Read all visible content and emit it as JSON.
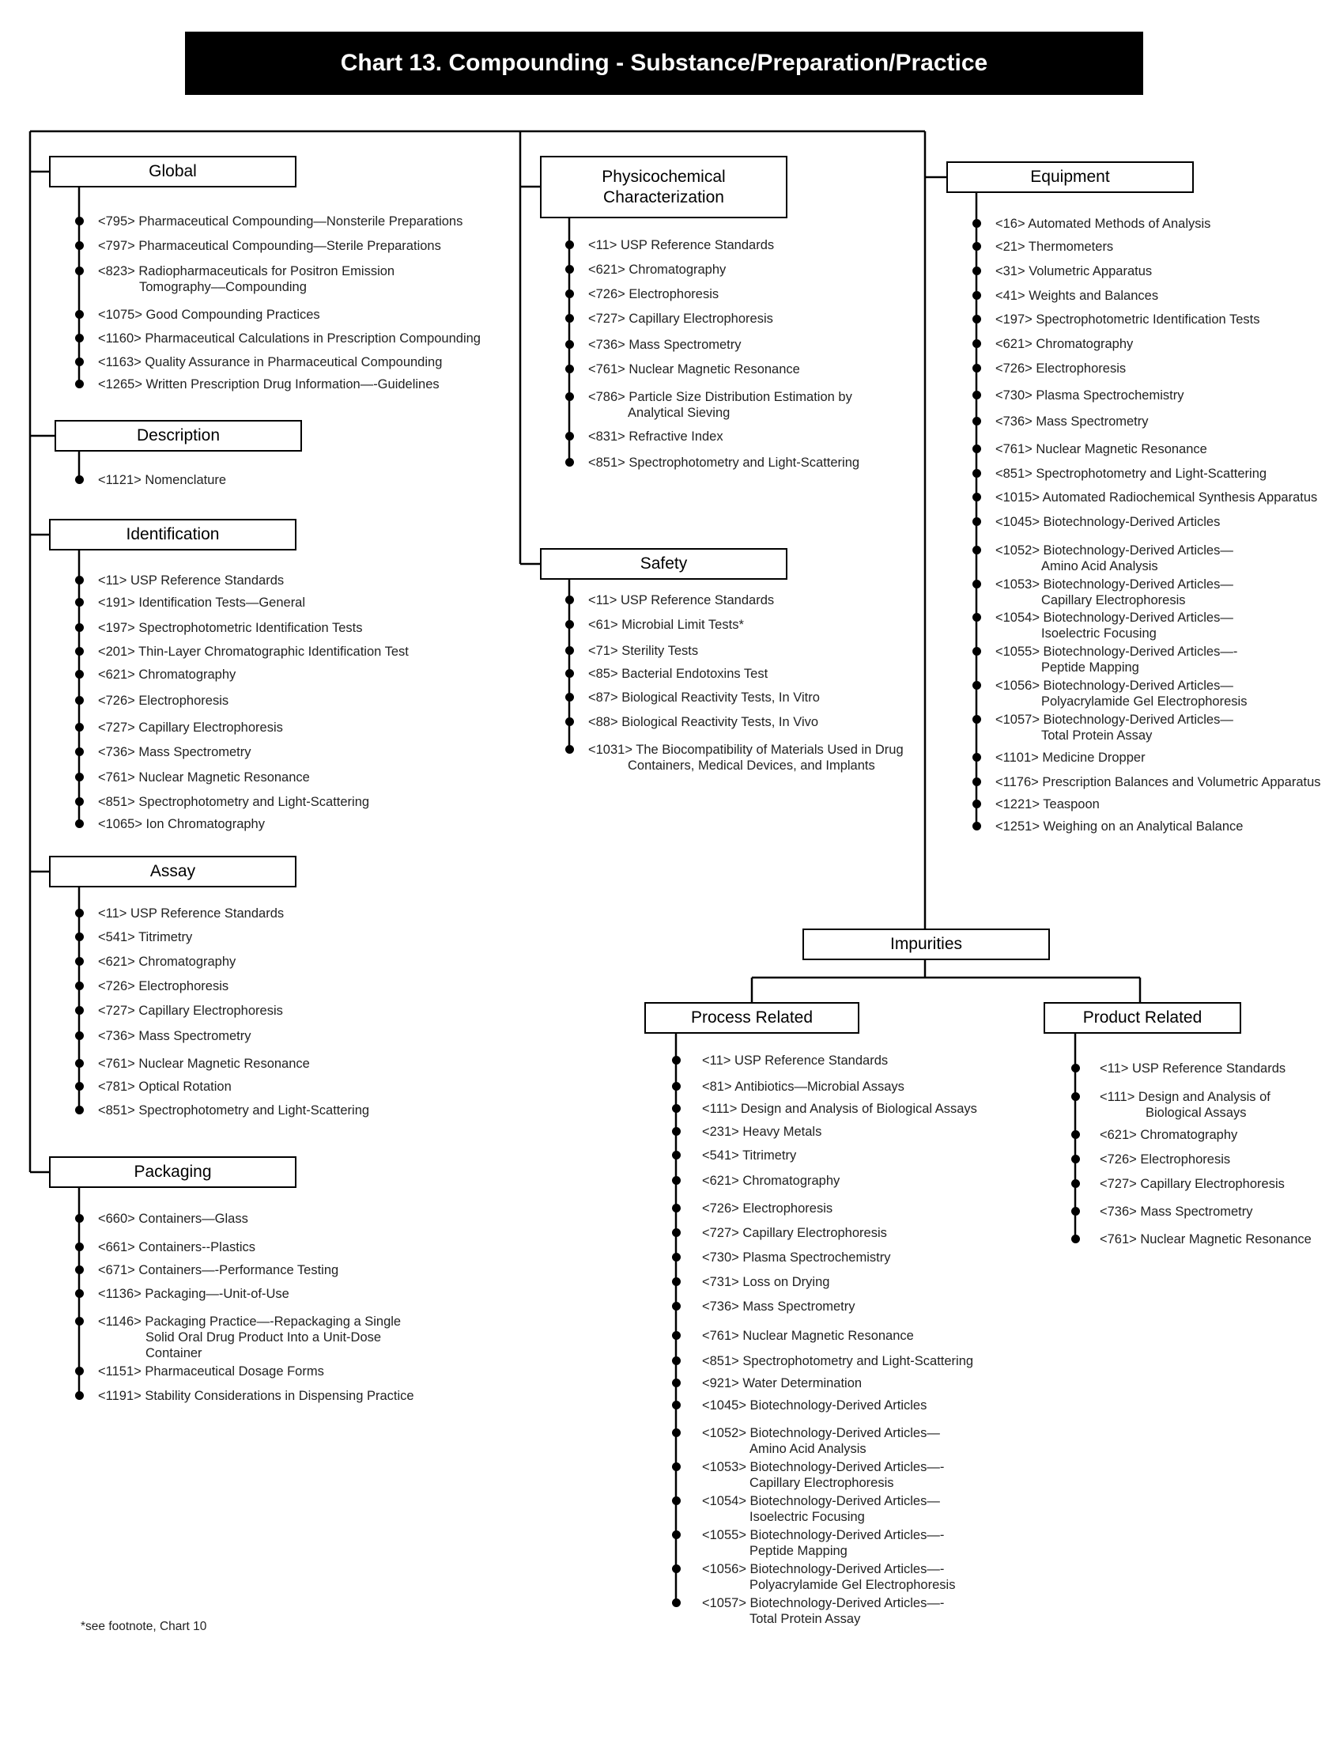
{
  "title": "Chart 13. Compounding - Substance/Preparation/Practice",
  "footnote": "*see footnote, Chart 10",
  "categories": {
    "global": {
      "label": "Global",
      "items": [
        {
          "code": "<795>",
          "lines": [
            "Pharmaceutical Compounding—Nonsterile Preparations"
          ]
        },
        {
          "code": "<797>",
          "lines": [
            "Pharmaceutical Compounding—Sterile Preparations"
          ]
        },
        {
          "code": "<823>",
          "lines": [
            "Radiopharmaceuticals for Positron Emission",
            "Tomography––Compounding"
          ]
        },
        {
          "code": "<1075>",
          "lines": [
            "Good Compounding Practices"
          ]
        },
        {
          "code": "<1160>",
          "lines": [
            "Pharmaceutical Calculations in Prescription Compounding"
          ]
        },
        {
          "code": "<1163>",
          "lines": [
            "Quality Assurance in Pharmaceutical Compounding"
          ]
        },
        {
          "code": "<1265>",
          "lines": [
            "Written Prescription Drug Information—-Guidelines"
          ]
        }
      ]
    },
    "description": {
      "label": "Description",
      "items": [
        {
          "code": "<1121>",
          "lines": [
            "Nomenclature"
          ]
        }
      ]
    },
    "identification": {
      "label": "Identification",
      "items": [
        {
          "code": "<11>",
          "lines": [
            "USP Reference Standards"
          ]
        },
        {
          "code": "<191>",
          "lines": [
            "Identification Tests—General"
          ]
        },
        {
          "code": "<197>",
          "lines": [
            "Spectrophotometric Identification Tests"
          ]
        },
        {
          "code": "<201>",
          "lines": [
            "Thin-Layer Chromatographic Identification Test"
          ]
        },
        {
          "code": "<621>",
          "lines": [
            "Chromatography"
          ]
        },
        {
          "code": "<726>",
          "lines": [
            "Electrophoresis"
          ]
        },
        {
          "code": "<727>",
          "lines": [
            "Capillary Electrophoresis"
          ]
        },
        {
          "code": "<736>",
          "lines": [
            "Mass Spectrometry"
          ]
        },
        {
          "code": "<761>",
          "lines": [
            "Nuclear Magnetic Resonance"
          ]
        },
        {
          "code": "<851>",
          "lines": [
            "Spectrophotometry and Light-Scattering"
          ]
        },
        {
          "code": "<1065>",
          "lines": [
            "Ion Chromatography"
          ]
        }
      ]
    },
    "assay": {
      "label": "Assay",
      "items": [
        {
          "code": "<11>",
          "lines": [
            "USP Reference Standards"
          ]
        },
        {
          "code": "<541>",
          "lines": [
            "Titrimetry"
          ]
        },
        {
          "code": "<621>",
          "lines": [
            "Chromatography"
          ]
        },
        {
          "code": "<726>",
          "lines": [
            "Electrophoresis"
          ]
        },
        {
          "code": "<727>",
          "lines": [
            "Capillary Electrophoresis"
          ]
        },
        {
          "code": "<736>",
          "lines": [
            "Mass Spectrometry"
          ]
        },
        {
          "code": "<761>",
          "lines": [
            "Nuclear Magnetic Resonance"
          ]
        },
        {
          "code": "<781>",
          "lines": [
            "Optical Rotation"
          ]
        },
        {
          "code": "<851>",
          "lines": [
            "Spectrophotometry and Light-Scattering"
          ]
        }
      ]
    },
    "packaging": {
      "label": "Packaging",
      "items": [
        {
          "code": "<660>",
          "lines": [
            "Containers—Glass"
          ]
        },
        {
          "code": "<661>",
          "lines": [
            "Containers--Plastics"
          ]
        },
        {
          "code": "<671>",
          "lines": [
            "Containers—-Performance Testing"
          ]
        },
        {
          "code": "<1136>",
          "lines": [
            "Packaging—-Unit-of-Use"
          ]
        },
        {
          "code": "<1146>",
          "lines": [
            "Packaging Practice—-Repackaging a Single",
            "Solid Oral Drug Product Into a Unit-Dose",
            "Container"
          ]
        },
        {
          "code": "<1151>",
          "lines": [
            "Pharmaceutical Dosage Forms"
          ]
        },
        {
          "code": "<1191>",
          "lines": [
            "Stability Considerations in Dispensing Practice"
          ]
        }
      ]
    },
    "physicochemical": {
      "label_line1": "Physicochemical",
      "label_line2": "Characterization",
      "items": [
        {
          "code": "<11>",
          "lines": [
            "USP Reference Standards"
          ]
        },
        {
          "code": "<621>",
          "lines": [
            "Chromatography"
          ]
        },
        {
          "code": "<726>",
          "lines": [
            "Electrophoresis"
          ]
        },
        {
          "code": "<727>",
          "lines": [
            "Capillary Electrophoresis"
          ]
        },
        {
          "code": "<736>",
          "lines": [
            "Mass Spectrometry"
          ]
        },
        {
          "code": "<761>",
          "lines": [
            "Nuclear Magnetic Resonance"
          ]
        },
        {
          "code": "<786>",
          "lines": [
            "Particle Size Distribution Estimation by",
            "Analytical Sieving"
          ]
        },
        {
          "code": "<831>",
          "lines": [
            "Refractive Index"
          ]
        },
        {
          "code": "<851>",
          "lines": [
            "Spectrophotometry and Light-Scattering"
          ]
        }
      ]
    },
    "safety": {
      "label": "Safety",
      "items": [
        {
          "code": "<11>",
          "lines": [
            "USP Reference Standards"
          ]
        },
        {
          "code": "<61>",
          "lines": [
            "Microbial Limit Tests*"
          ]
        },
        {
          "code": "<71>",
          "lines": [
            "Sterility Tests"
          ]
        },
        {
          "code": "<85>",
          "lines": [
            "Bacterial Endotoxins Test"
          ]
        },
        {
          "code": "<87>",
          "lines": [
            "Biological Reactivity Tests, In Vitro"
          ]
        },
        {
          "code": "<88>",
          "lines": [
            "Biological Reactivity Tests, In Vivo"
          ]
        },
        {
          "code": "<1031>",
          "lines": [
            "The Biocompatibility of Materials Used in Drug",
            "Containers, Medical Devices, and Implants"
          ]
        }
      ]
    },
    "equipment": {
      "label": "Equipment",
      "items": [
        {
          "code": "<16>",
          "lines": [
            "Automated Methods of Analysis"
          ]
        },
        {
          "code": "<21>",
          "lines": [
            "Thermometers"
          ]
        },
        {
          "code": "<31>",
          "lines": [
            "Volumetric Apparatus"
          ]
        },
        {
          "code": "<41>",
          "lines": [
            "Weights and Balances"
          ]
        },
        {
          "code": "<197>",
          "lines": [
            "Spectrophotometric Identification Tests"
          ]
        },
        {
          "code": "<621>",
          "lines": [
            "Chromatography"
          ]
        },
        {
          "code": "<726>",
          "lines": [
            "Electrophoresis"
          ]
        },
        {
          "code": "<730>",
          "lines": [
            "Plasma Spectrochemistry"
          ]
        },
        {
          "code": "<736>",
          "lines": [
            "Mass Spectrometry"
          ]
        },
        {
          "code": "<761>",
          "lines": [
            "Nuclear Magnetic Resonance"
          ]
        },
        {
          "code": "<851>",
          "lines": [
            "Spectrophotometry and Light-Scattering"
          ]
        },
        {
          "code": "<1015>",
          "lines": [
            "Automated Radiochemical Synthesis Apparatus"
          ]
        },
        {
          "code": "<1045>",
          "lines": [
            "Biotechnology-Derived Articles"
          ]
        },
        {
          "code": "<1052>",
          "lines": [
            "Biotechnology-Derived Articles—",
            "Amino Acid Analysis"
          ]
        },
        {
          "code": "<1053>",
          "lines": [
            "Biotechnology-Derived Articles—",
            "Capillary Electrophoresis"
          ]
        },
        {
          "code": "<1054>",
          "lines": [
            "Biotechnology-Derived Articles—",
            "Isoelectric Focusing"
          ]
        },
        {
          "code": "<1055>",
          "lines": [
            "Biotechnology-Derived Articles—-",
            "Peptide Mapping"
          ]
        },
        {
          "code": "<1056>",
          "lines": [
            "Biotechnology-Derived Articles—",
            "Polyacrylamide Gel Electrophoresis"
          ]
        },
        {
          "code": "<1057>",
          "lines": [
            "Biotechnology-Derived Articles—",
            "Total Protein Assay"
          ]
        },
        {
          "code": "<1101>",
          "lines": [
            "Medicine Dropper"
          ]
        },
        {
          "code": "<1176>",
          "lines": [
            "Prescription Balances and Volumetric Apparatus"
          ]
        },
        {
          "code": "<1221>",
          "lines": [
            "Teaspoon"
          ]
        },
        {
          "code": "<1251>",
          "lines": [
            "Weighing on an Analytical Balance"
          ]
        }
      ]
    },
    "impurities": {
      "label": "Impurities"
    },
    "process_related": {
      "label": "Process Related",
      "items": [
        {
          "code": "<11>",
          "lines": [
            "USP Reference Standards"
          ]
        },
        {
          "code": "<81>",
          "lines": [
            "Antibiotics—Microbial Assays"
          ]
        },
        {
          "code": "<111>",
          "lines": [
            "Design and Analysis of Biological Assays"
          ]
        },
        {
          "code": "<231>",
          "lines": [
            "Heavy Metals"
          ]
        },
        {
          "code": "<541>",
          "lines": [
            "Titrimetry"
          ]
        },
        {
          "code": "<621>",
          "lines": [
            "Chromatography"
          ]
        },
        {
          "code": "<726>",
          "lines": [
            "Electrophoresis"
          ]
        },
        {
          "code": "<727>",
          "lines": [
            "Capillary Electrophoresis"
          ]
        },
        {
          "code": "<730>",
          "lines": [
            "Plasma Spectrochemistry"
          ]
        },
        {
          "code": "<731>",
          "lines": [
            "Loss on Drying"
          ]
        },
        {
          "code": "<736>",
          "lines": [
            "Mass Spectrometry"
          ]
        },
        {
          "code": "<761>",
          "lines": [
            "Nuclear Magnetic Resonance"
          ]
        },
        {
          "code": "<851>",
          "lines": [
            "Spectrophotometry and Light-Scattering"
          ]
        },
        {
          "code": "<921>",
          "lines": [
            "Water Determination"
          ]
        },
        {
          "code": "<1045>",
          "lines": [
            "Biotechnology-Derived Articles"
          ]
        },
        {
          "code": "<1052>",
          "lines": [
            "Biotechnology-Derived Articles—",
            "Amino Acid Analysis"
          ]
        },
        {
          "code": "<1053>",
          "lines": [
            "Biotechnology-Derived Articles—-",
            "Capillary Electrophoresis"
          ]
        },
        {
          "code": "<1054>",
          "lines": [
            "Biotechnology-Derived Articles—",
            "Isoelectric Focusing"
          ]
        },
        {
          "code": "<1055>",
          "lines": [
            "Biotechnology-Derived Articles—-",
            "Peptide Mapping"
          ]
        },
        {
          "code": "<1056>",
          "lines": [
            "Biotechnology-Derived Articles—-",
            "Polyacrylamide Gel Electrophoresis"
          ]
        },
        {
          "code": "<1057>",
          "lines": [
            "Biotechnology-Derived Articles—-",
            "Total Protein Assay"
          ]
        }
      ]
    },
    "product_related": {
      "label": "Product Related",
      "items": [
        {
          "code": "<11>",
          "lines": [
            "USP Reference Standards"
          ]
        },
        {
          "code": "<111>",
          "lines": [
            "Design and Analysis of",
            "Biological Assays"
          ]
        },
        {
          "code": "<621>",
          "lines": [
            "Chromatography"
          ]
        },
        {
          "code": "<726>",
          "lines": [
            "Electrophoresis"
          ]
        },
        {
          "code": "<727>",
          "lines": [
            "Capillary Electrophoresis"
          ]
        },
        {
          "code": "<736>",
          "lines": [
            "Mass Spectrometry"
          ]
        },
        {
          "code": "<761>",
          "lines": [
            "Nuclear Magnetic Resonance"
          ]
        }
      ]
    }
  }
}
